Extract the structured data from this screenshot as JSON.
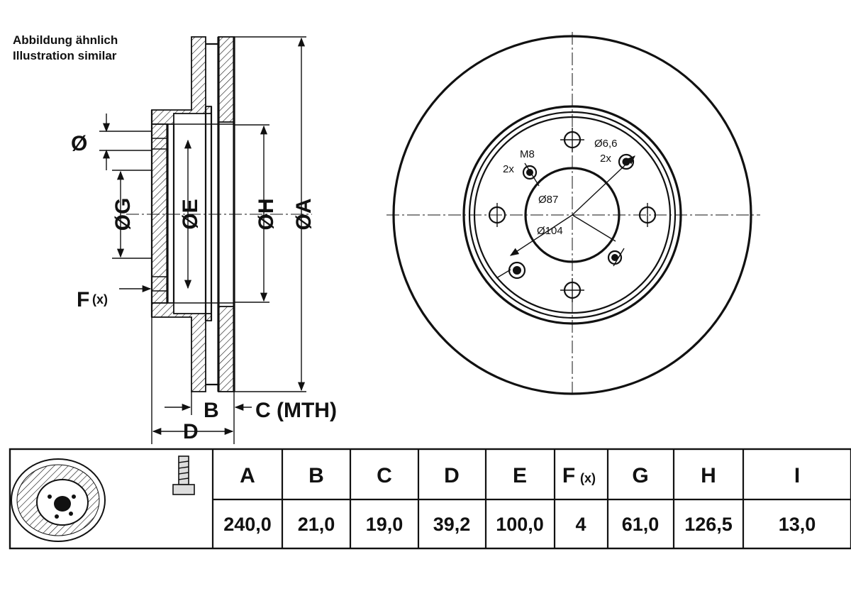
{
  "note": {
    "line1": "Abbildung ähnlich",
    "line2": "Illustration similar"
  },
  "section_labels": {
    "diameter": "Ø",
    "G": "ØG",
    "E": "ØE",
    "H": "ØH",
    "A": "ØA",
    "F": "F",
    "F_suffix": "(x)",
    "B": "B",
    "C": "C (MTH)",
    "D": "D"
  },
  "front_labels": {
    "m8": "M8",
    "m8_count": "2x",
    "hole": "Ø6,6",
    "hole_count": "2x",
    "d87": "Ø87",
    "d104": "Ø104"
  },
  "table": {
    "headers": [
      "A",
      "B",
      "C",
      "D",
      "E",
      "F",
      "G",
      "H",
      "I"
    ],
    "f_suffix": "(x)",
    "values": [
      "240,0",
      "21,0",
      "19,0",
      "39,2",
      "100,0",
      "4",
      "61,0",
      "126,5",
      "13,0"
    ]
  }
}
